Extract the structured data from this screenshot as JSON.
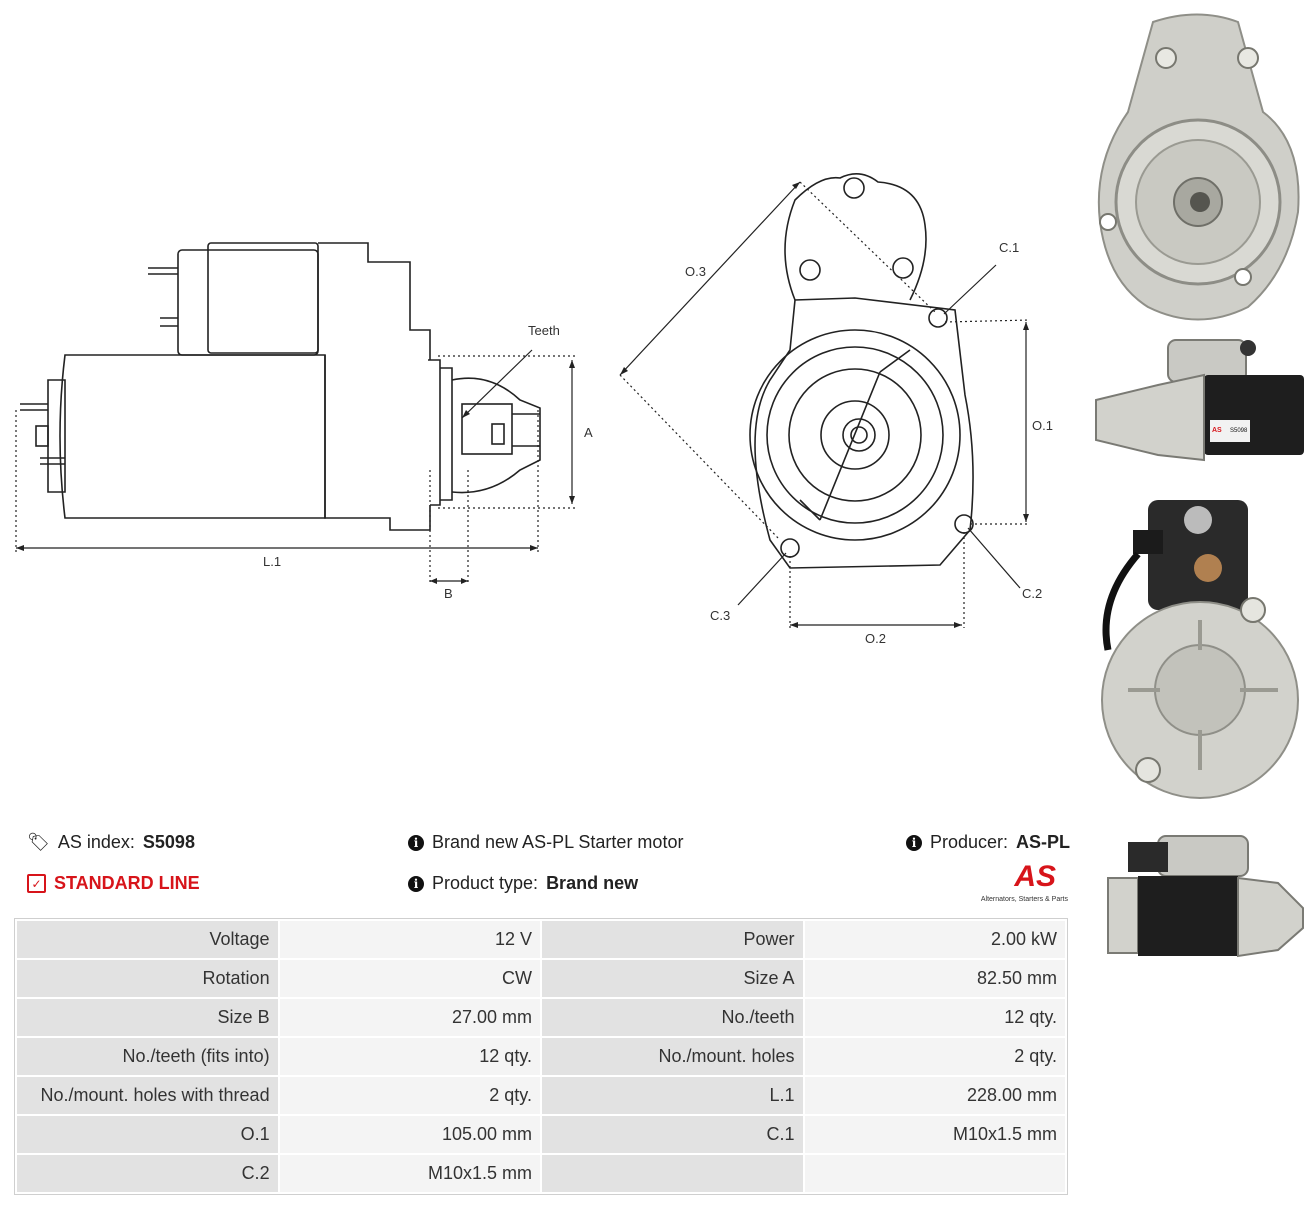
{
  "drawing": {
    "labels": {
      "teeth": "Teeth",
      "a": "A",
      "b": "B",
      "l1": "L.1",
      "o1": "O.1",
      "o2": "O.2",
      "o3": "O.3",
      "c1": "C.1",
      "c2": "C.2",
      "c3": "C.3"
    }
  },
  "photos": {
    "label_part": "S5098"
  },
  "info": {
    "as_index_label": "AS index:",
    "as_index_value": "S5098",
    "description": "Brand new AS-PL Starter motor",
    "producer_label": "Producer:",
    "producer_value": "AS-PL",
    "line": "STANDARD LINE",
    "product_type_label": "Product type:",
    "product_type_value": "Brand new",
    "logo_text": "AS",
    "logo_tagline": "Alternators, Starters & Parts"
  },
  "specs": [
    [
      "Voltage",
      "12 V",
      "Power",
      "2.00 kW"
    ],
    [
      "Rotation",
      "CW",
      "Size A",
      "82.50 mm"
    ],
    [
      "Size B",
      "27.00 mm",
      "No./teeth",
      "12 qty."
    ],
    [
      "No./teeth (fits into)",
      "12 qty.",
      "No./mount. holes",
      "2 qty."
    ],
    [
      "No./mount. holes with thread",
      "2 qty.",
      "L.1",
      "228.00 mm"
    ],
    [
      "O.1",
      "105.00 mm",
      "C.1",
      "M10x1.5 mm"
    ],
    [
      "C.2",
      "M10x1.5 mm",
      "",
      ""
    ]
  ],
  "colors": {
    "accent_red": "#d7141a",
    "label_cell": "#e2e2e2",
    "value_cell": "#f4f4f4"
  }
}
